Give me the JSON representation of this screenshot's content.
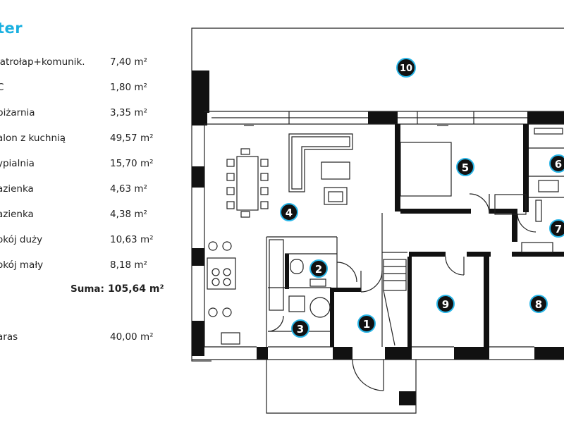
{
  "title": "ter",
  "accent_color": "#1ab0e0",
  "rooms": [
    {
      "name": "iatrołap+komunik.",
      "area": "7,40 m²"
    },
    {
      "name": "C",
      "area": "1,80 m²"
    },
    {
      "name": "piżarnia",
      "area": "3,35 m²"
    },
    {
      "name": "alon z kuchnią",
      "area": "49,57 m²"
    },
    {
      "name": "ypialnia",
      "area": "15,70 m²"
    },
    {
      "name": "azienka",
      "area": "4,63 m²"
    },
    {
      "name": "azienka",
      "area": "4,38 m²"
    },
    {
      "name": "okój duży",
      "area": "10,63 m²"
    },
    {
      "name": "okój mały",
      "area": "8,18 m²"
    }
  ],
  "sum": {
    "label": "Suma:",
    "value": "105,64 m²"
  },
  "terrace": {
    "name": "aras",
    "area": "40,00 m²"
  },
  "markers": [
    "1",
    "2",
    "3",
    "4",
    "5",
    "6",
    "7",
    "8",
    "9",
    "10"
  ]
}
